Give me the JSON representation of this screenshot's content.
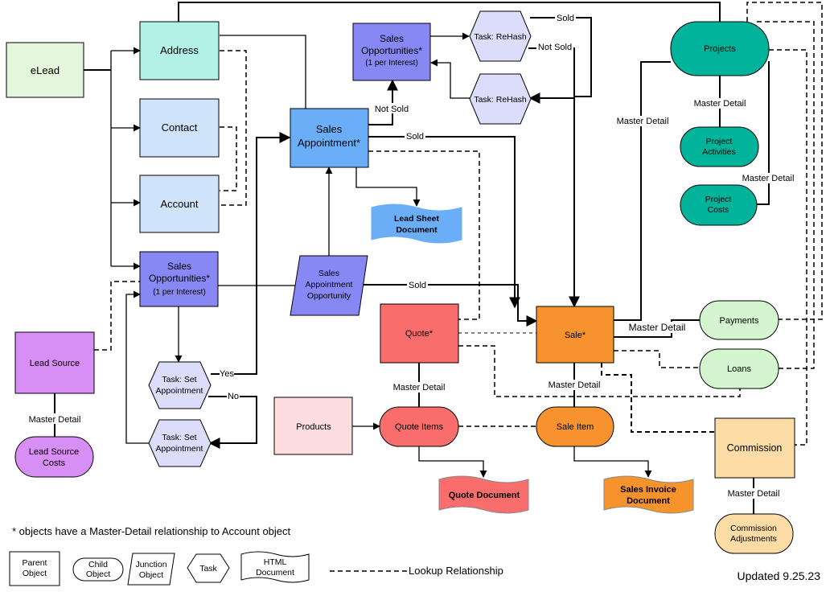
{
  "diagram": {
    "nodes": {
      "elead": "eLead",
      "address": "Address",
      "contact": "Contact",
      "account": "Account",
      "sales_opp_left_1": "Sales",
      "sales_opp_left_2": "Opportunities*",
      "sales_opp_left_3": "(1 per Interest)",
      "lead_source": "Lead Source",
      "lead_source_costs_1": "Lead Source",
      "lead_source_costs_2": "Costs",
      "task_set_appt_1a": "Task: Set",
      "task_set_appt_1b": "Appointment",
      "task_set_appt_2a": "Task: Set",
      "task_set_appt_2b": "Appointment",
      "sales_appt_1": "Sales",
      "sales_appt_2": "Appointment*",
      "sales_opp_top_1": "Sales",
      "sales_opp_top_2": "Opportunities*",
      "sales_opp_top_3": "(1 per Interest)",
      "rehash_1": "Task: ReHash",
      "rehash_2": "Task: ReHash",
      "lead_sheet_1": "Lead Sheet",
      "lead_sheet_2": "Document",
      "sao_1": "Sales",
      "sao_2": "Appointment",
      "sao_3": "Opportunity",
      "quote": "Quote*",
      "sale": "Sale*",
      "products": "Products",
      "quote_items": "Quote Items",
      "sale_item": "Sale Item",
      "quote_doc": "Quote Document",
      "sales_invoice_1": "Sales Invoice",
      "sales_invoice_2": "Document",
      "projects": "Projects",
      "project_activities_1": "Project",
      "project_activities_2": "Activities",
      "project_costs_1": "Project",
      "project_costs_2": "Costs",
      "payments": "Payments",
      "loans": "Loans",
      "commission": "Commission",
      "commission_adj_1": "Commission",
      "commission_adj_2": "Adjustments"
    },
    "edge_labels": {
      "not_sold": "Not Sold",
      "sold_top": "Sold",
      "not_sold_right": "Not Sold",
      "sold_mid": "Sold",
      "sold_sao": "Sold",
      "yes": "Yes",
      "no": "No",
      "md_lead_source": "Master Detail",
      "md_quote": "Master Detail",
      "md_sale": "Master Detail",
      "md_projects_left": "Master Detail",
      "md_projects_mid": "Master Detail",
      "md_projects_right": "Master Detail",
      "md_payments": "Master Detail",
      "md_commission": "Master Detail"
    },
    "footnote": "* objects have a Master-Detail relationship to Account object",
    "legend": {
      "parent_1": "Parent",
      "parent_2": "Object",
      "child_1": "Child",
      "child_2": "Object",
      "junction_1": "Junction",
      "junction_2": "Object",
      "task": "Task",
      "html_1": "HTML",
      "html_2": "Document",
      "lookup": "Lookup Relationship"
    },
    "updated": "Updated 9.25.23",
    "colors": {
      "elead": "#e4f7dc",
      "address": "#b3f1e6",
      "contact_account": "#cfe3fb",
      "sales_opportunity": "#8888f5",
      "sales_appointment": "#6aaef8",
      "task": "#dcdcfb",
      "lead_source": "#d78ef5",
      "quote": "#f96d6d",
      "sale": "#f7932c",
      "products": "#fddddd",
      "projects": "#00b39a",
      "payments": "#d4f6cf",
      "commission": "#fedca6"
    }
  }
}
